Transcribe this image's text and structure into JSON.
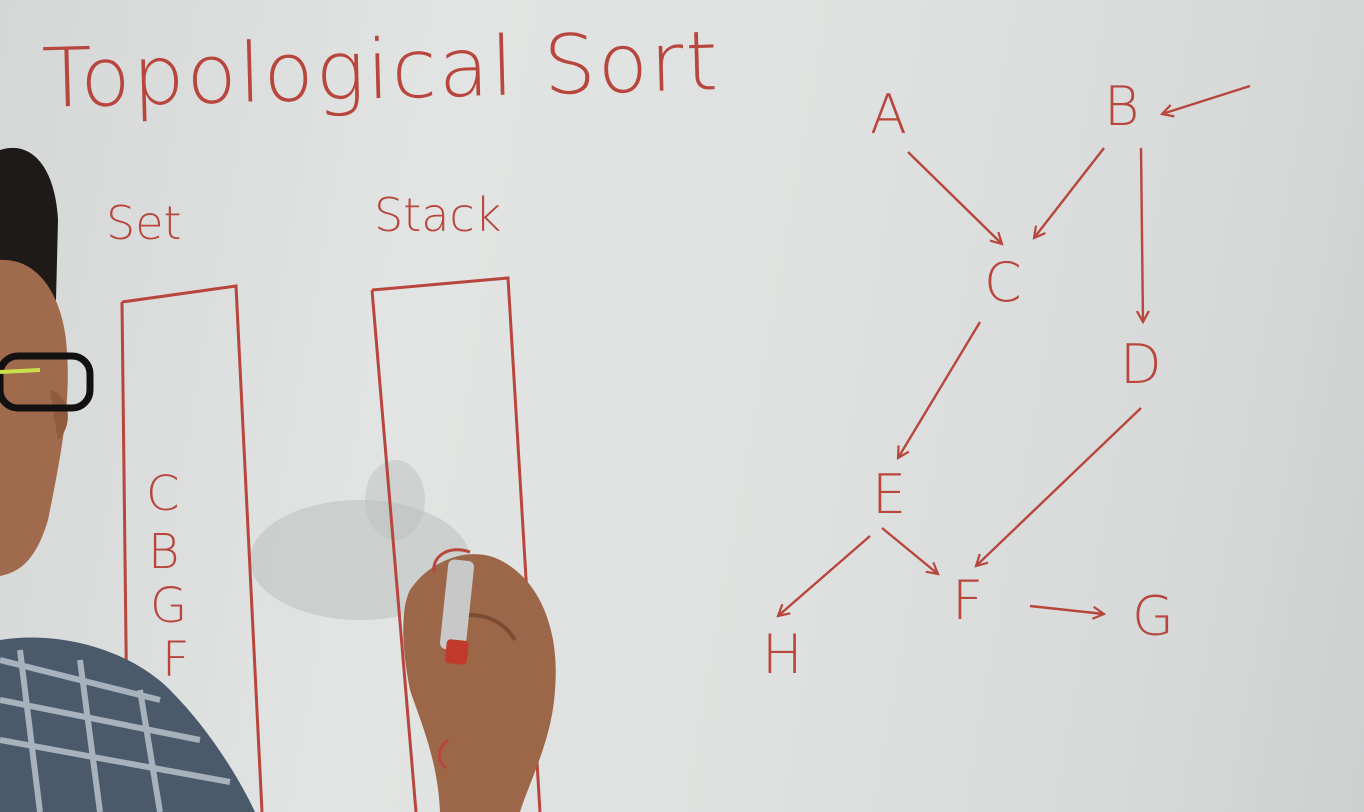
{
  "title": "Topological Sort",
  "labels": {
    "set": "Set",
    "stack": "Stack"
  },
  "set_contents": [
    "C",
    "B",
    "G",
    "F"
  ],
  "graph": {
    "nodes": [
      "A",
      "B",
      "C",
      "D",
      "E",
      "F",
      "G",
      "H"
    ],
    "edges": [
      [
        "A",
        "C"
      ],
      [
        "B",
        "C"
      ],
      [
        "B",
        "D"
      ],
      [
        "C",
        "E"
      ],
      [
        "D",
        "F"
      ],
      [
        "E",
        "F"
      ],
      [
        "E",
        "H"
      ],
      [
        "F",
        "G"
      ]
    ]
  },
  "colors": {
    "marker": "#b8463d",
    "board": "#dfe1e0"
  }
}
